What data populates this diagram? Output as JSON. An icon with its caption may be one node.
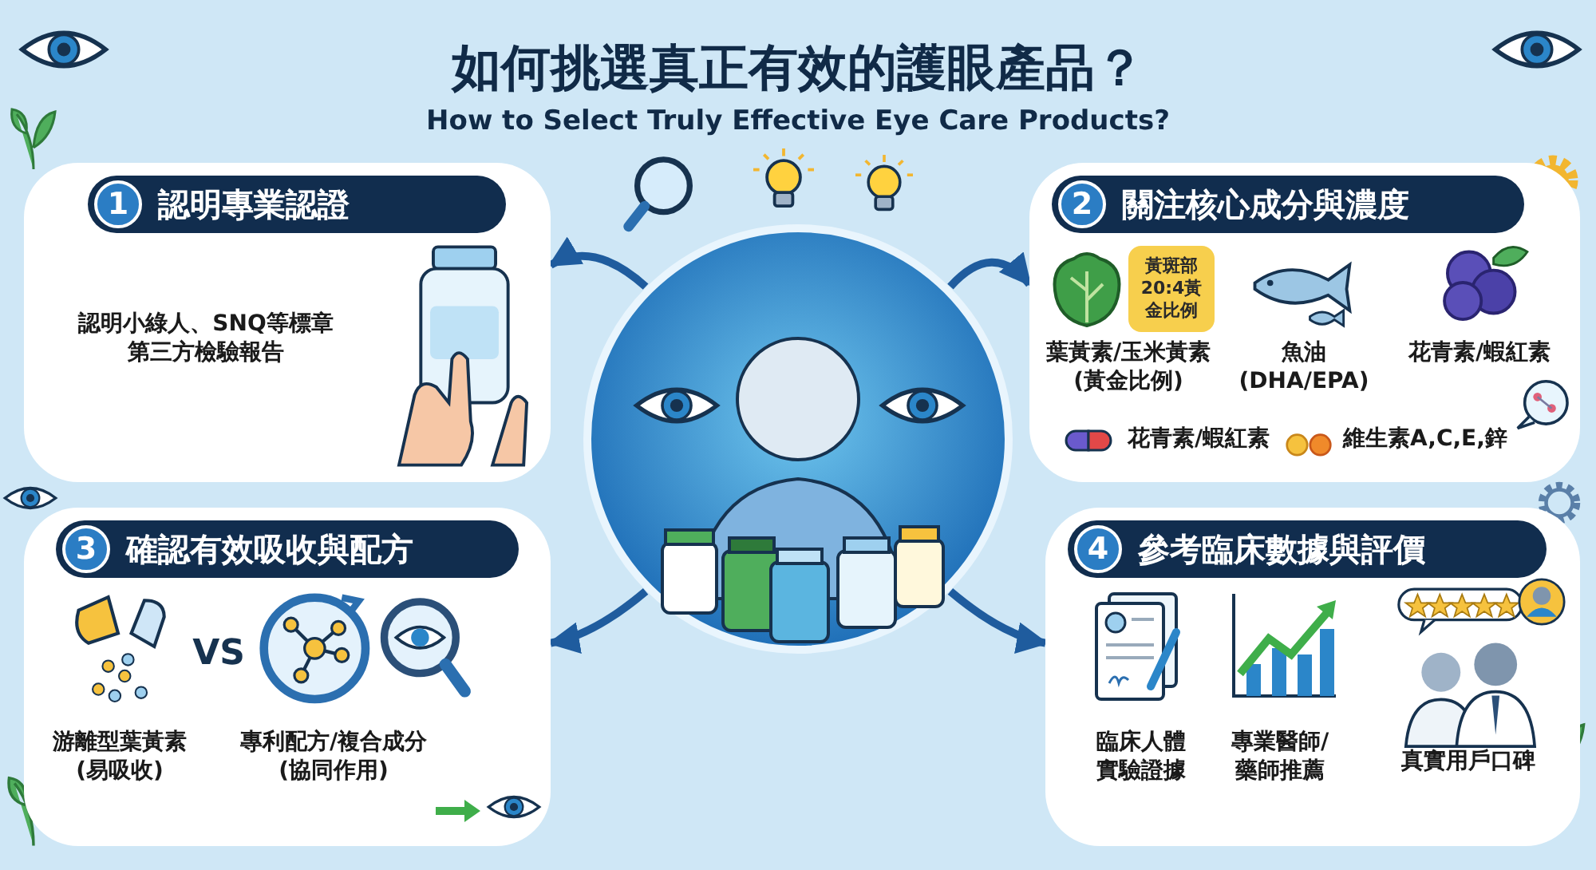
{
  "diagram": {
    "title": "如何挑選真正有效的護眼產品？",
    "nodes": [
      {
        "text": [],
        "shape": "picture"
      },
      {
        "text": [
          "1",
          "認明專業認證",
          "認明小綠人、SNQ等標章第三方檢驗報告"
        ]
      },
      {
        "text": [
          "2",
          "關注核心成分與濃度",
          "葉黃素/玉米黃素(黃金比例)",
          "魚油(DHA/EPA)",
          "花青素/蝦紅素",
          "花青素/蝦紅素",
          "維生素A,C,E,鋅"
        ]
      },
      {
        "text": [
          "黃斑部20:4黃金比例"
        ],
        "in": 2
      },
      {
        "text": [
          "3",
          "確認有效吸收與配方",
          "游離型葉黃素(易吸收)",
          "VS",
          "專利配方/複合成分(協同作用)"
        ]
      },
      {
        "text": [
          "4",
          "參考臨床數據與評價",
          "臨床人體實驗證據",
          "專業醫師/藥師推薦",
          "真實用戶口碑"
        ]
      }
    ],
    "edges": [
      {
        "from": 0,
        "to": 1,
        "arrow": "to"
      },
      {
        "from": 0,
        "to": 2,
        "arrow": "to"
      },
      {
        "from": 0,
        "to": 4,
        "arrow": "to"
      },
      {
        "from": 0,
        "to": 5,
        "arrow": "to"
      }
    ],
    "labels": [
      "How to Select Truly Effective Eye Care Products?"
    ]
  }
}
